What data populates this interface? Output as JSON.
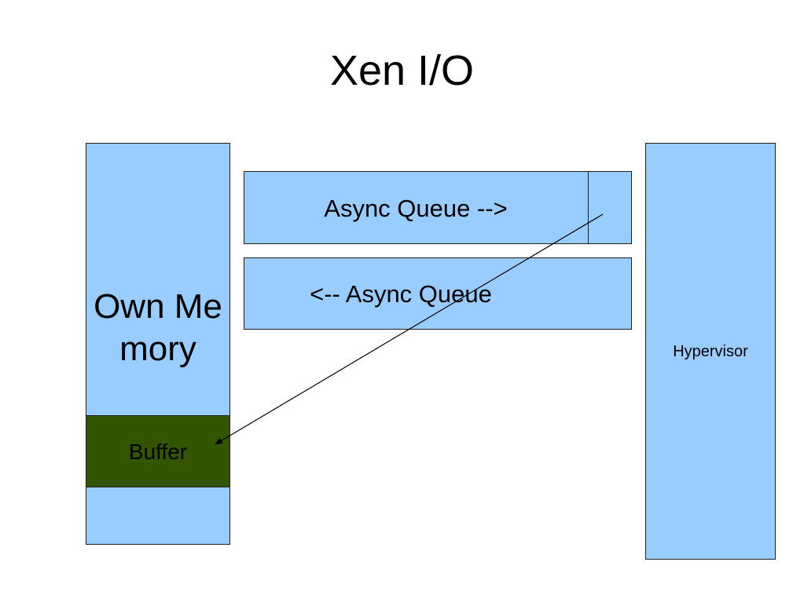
{
  "slide": {
    "title": "Xen I/O"
  },
  "diagram": {
    "own_memory_label": "Own Memory",
    "buffer_label": "Buffer",
    "queue_out_label": "Async Queue -->",
    "queue_in_label": "<-- Async Queue",
    "hypervisor_label": "Hypervisor"
  },
  "colors": {
    "box_fill": "#99ccff",
    "buffer_fill": "#335500",
    "border": "#1f1f1f"
  }
}
